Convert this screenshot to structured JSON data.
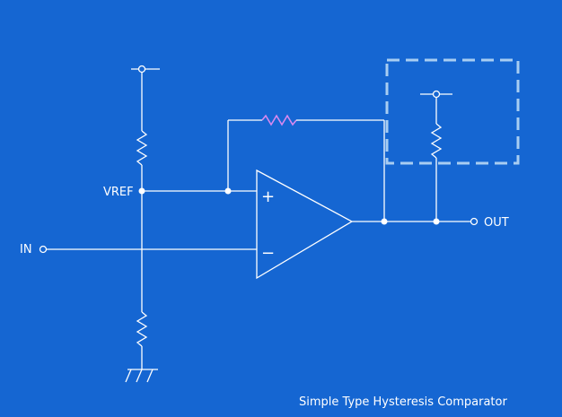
{
  "diagram": {
    "labels": {
      "vref": "VREF",
      "input": "IN",
      "output": "OUT",
      "plus": "+",
      "minus": "−"
    },
    "caption": "Simple Type Hysteresis Comparator"
  },
  "colors": {
    "background": "#1566d2",
    "wire": "#ffffff",
    "feedback_resistor": "#d889ef",
    "dashed_box": "#a8cdf2"
  }
}
